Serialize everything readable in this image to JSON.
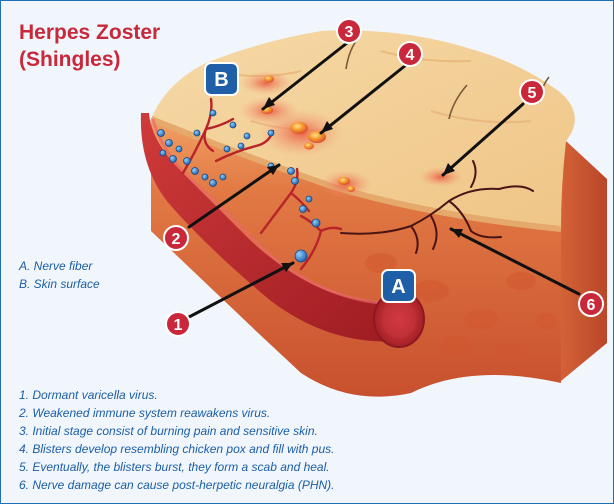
{
  "title_line1": "Herpes Zoster",
  "title_line2": "(Shingles)",
  "markers": {
    "A": "A",
    "B": "B"
  },
  "callouts": [
    "1",
    "2",
    "3",
    "4",
    "5",
    "6"
  ],
  "legend_letters": [
    "A. Nerve fiber",
    "B. Skin surface"
  ],
  "legend_steps": [
    "1. Dormant varicella virus.",
    "2. Weakened immune system reawakens virus.",
    "3. Initial stage consist of burning pain and sensitive skin.",
    "4. Blisters develop resembling chicken pox and fill with pus.",
    "5. Eventually, the blisters burst, they form a scab and heal.",
    "6. Nerve damage can cause post-herpetic neuralgia (PHN)."
  ],
  "colors": {
    "frame": "#1f6fb3",
    "background": "#f1f6fc",
    "title": "#c8283a",
    "legend_text": "#1b5ea6",
    "callout_fill": "#c8283a",
    "marker_fill": "#1f5fa8",
    "skin_top": "#f3cf95",
    "tissue": "#d9603a",
    "nerve": "#b8242a",
    "virus": "#3a8fd0"
  }
}
